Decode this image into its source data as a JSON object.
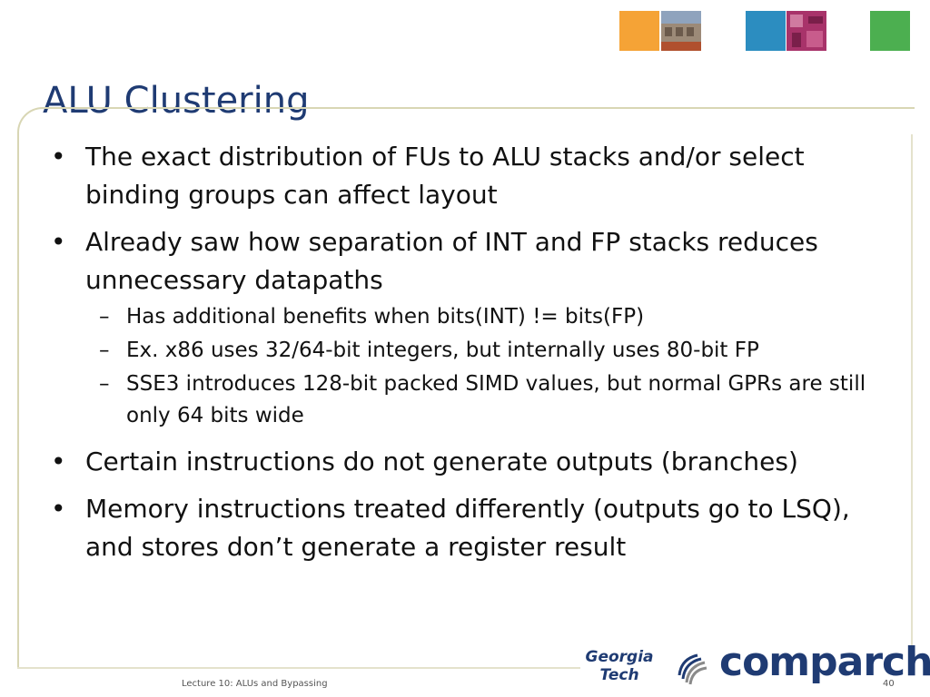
{
  "slide": {
    "title": "ALU Clustering",
    "bullets": [
      "The exact distribution of FUs to ALU stacks and/or select binding groups can affect layout",
      "Already saw how separation of INT and FP stacks reduces unnecessary datapaths",
      "Certain instructions do not generate outputs (branches)",
      "Memory instructions treated differently (outputs go to LSQ), and stores don’t generate a register result"
    ],
    "sub_bullets": [
      "Has additional benefits when bits(INT) != bits(FP)",
      "Ex. x86 uses 32/64-bit integers, but internally uses 80-bit FP",
      "SSE3 introduces 128-bit packed SIMD values, but normal GPRs are still only 64 bits wide"
    ],
    "dash": "–"
  },
  "footer": {
    "lecture": "Lecture 10: ALUs and Bypassing",
    "page_number": "40",
    "logo_line1": "Georgia",
    "logo_line2": "Tech",
    "brand": "comparch"
  },
  "colors": {
    "title": "#1f3b73",
    "frame": "#d8d6b4",
    "square_orange": "#f5a336",
    "square_blue": "#2c8dc0",
    "square_magenta": "#b3386c",
    "square_green": "#4caf50"
  }
}
